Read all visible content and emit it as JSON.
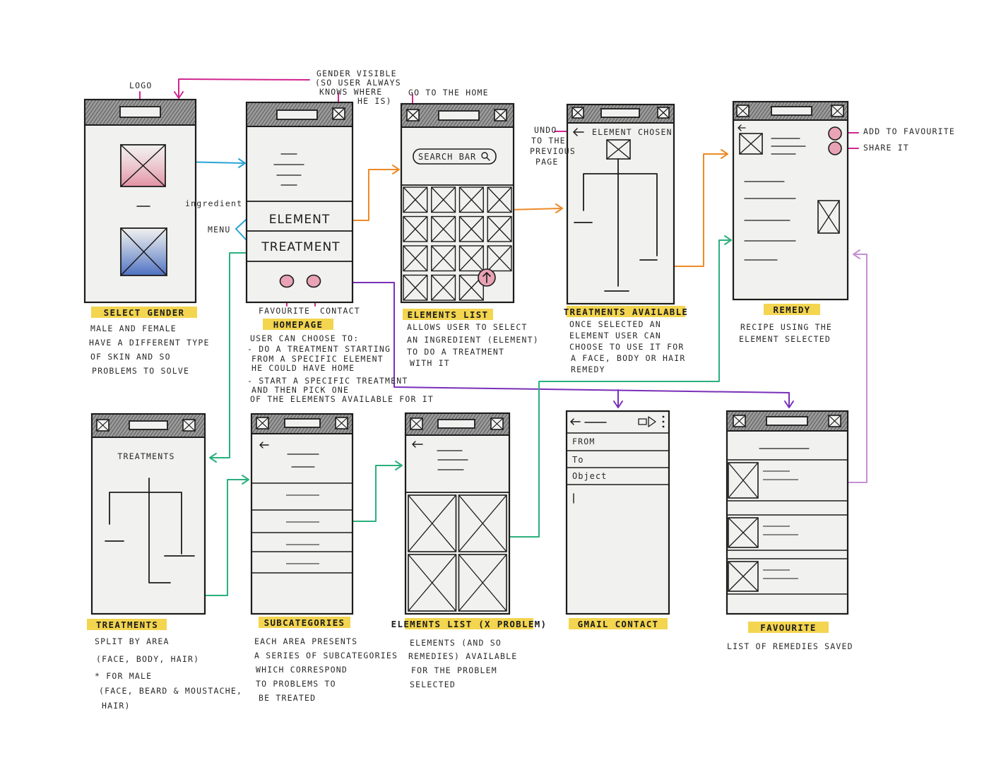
{
  "colors": {
    "highlight": "#f2d03c",
    "magenta": "#d1268f",
    "blue": "#2aa3d8",
    "orange": "#ee8a26",
    "purple": "#7a2fb8",
    "green": "#2bb07d",
    "lilac": "#c58fd1",
    "pink_fill": "#e9a3b4",
    "blue_fill": "#4c73c4"
  },
  "annotations": {
    "logo": "LOGO",
    "gender_visible": [
      "GENDER VISIBLE",
      "(SO USER ALWAYS",
      "KNOWS WHERE",
      "HE IS)"
    ],
    "go_home": "GO TO THE HOME",
    "undo": [
      "UNDO",
      "TO THE",
      "PREVIOUS",
      "PAGE"
    ],
    "ingredient": "ingredient",
    "menu": "MENU",
    "favourite": "FAVOURITE",
    "contact": "CONTACT",
    "add_favourite": "ADD TO FAVOURITE",
    "share_it": "SHARE IT"
  },
  "screens": {
    "gender": {
      "title": "SELECT GENDER",
      "desc": [
        "MALE AND FEMALE",
        "HAVE A DIFFERENT TYPE",
        "OF SKIN AND SO",
        "PROBLEMS TO SOLVE"
      ]
    },
    "home": {
      "title": "HOMEPAGE",
      "menu_element": "ELEMENT",
      "menu_treatment": "TREATMENT",
      "desc": [
        "USER CAN CHOOSE TO:",
        "- DO A TREATMENT STARTING",
        "FROM A SPECIFIC ELEMENT",
        "HE COULD HAVE HOME",
        "- START A SPECIFIC TREATMENT",
        "AND THEN PICK ONE",
        "OF THE ELEMENTS AVAILABLE FOR IT"
      ]
    },
    "elements": {
      "title": "ELEMENTS LIST",
      "search": "SEARCH BAR",
      "desc": [
        "ALLOWS USER TO SELECT",
        "AN INGREDIENT (ELEMENT)",
        "TO DO A TREATMENT",
        "WITH IT"
      ]
    },
    "treat_avail": {
      "title": "TREATMENTS AVAILABLE",
      "header": "ELEMENT CHOSEN",
      "desc": [
        "ONCE SELECTED AN",
        "ELEMENT USER CAN",
        "CHOOSE TO USE IT FOR",
        "A FACE, BODY OR HAIR",
        "REMEDY"
      ]
    },
    "remedy": {
      "title": "REMEDY",
      "desc": [
        "RECIPE USING THE",
        "ELEMENT SELECTED"
      ]
    },
    "treatments": {
      "title": "TREATMENTS",
      "header": "TREATMENTS",
      "desc": [
        "SPLIT BY AREA",
        "(FACE, BODY, HAIR)",
        "* FOR MALE",
        "(FACE, BEARD & MOUSTACHE,",
        "HAIR)"
      ]
    },
    "subcats": {
      "title": "SUBCATEGORIES",
      "desc": [
        "EACH AREA PRESENTS",
        "A SERIES OF SUBCATEGORIES",
        "WHICH CORRESPOND",
        "TO PROBLEMS TO",
        "BE TREATED"
      ]
    },
    "elements_problem": {
      "title": "ELEMENTS LIST (X PROBLEM)",
      "desc": [
        "ELEMENTS (AND SO",
        "REMEDIES) AVAILABLE",
        "FOR THE PROBLEM",
        "SELECTED"
      ]
    },
    "gmail": {
      "title": "GMAIL CONTACT",
      "from": "FROM",
      "to": "To",
      "object": "Object"
    },
    "favourite": {
      "title": "FAVOURITE",
      "desc": [
        "LIST OF REMEDIES SAVED"
      ]
    }
  }
}
